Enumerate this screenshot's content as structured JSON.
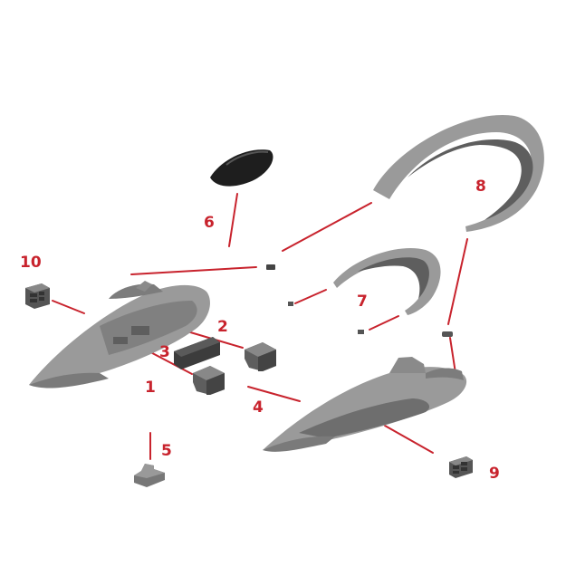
{
  "colors": {
    "label": "#c8232d",
    "leader_line": "#c8232d",
    "part_light": "#9a9a9a",
    "part_mid": "#808080",
    "part_dark": "#5e5e5e",
    "part_black": "#1e1e1e"
  },
  "parts": [
    {
      "id": "1",
      "label": "1"
    },
    {
      "id": "2",
      "label": "2"
    },
    {
      "id": "3",
      "label": "3"
    },
    {
      "id": "4",
      "label": "4"
    },
    {
      "id": "5",
      "label": "5"
    },
    {
      "id": "6",
      "label": "6"
    },
    {
      "id": "7",
      "label": "7"
    },
    {
      "id": "8",
      "label": "8"
    },
    {
      "id": "9",
      "label": "9"
    },
    {
      "id": "10",
      "label": "10"
    }
  ]
}
